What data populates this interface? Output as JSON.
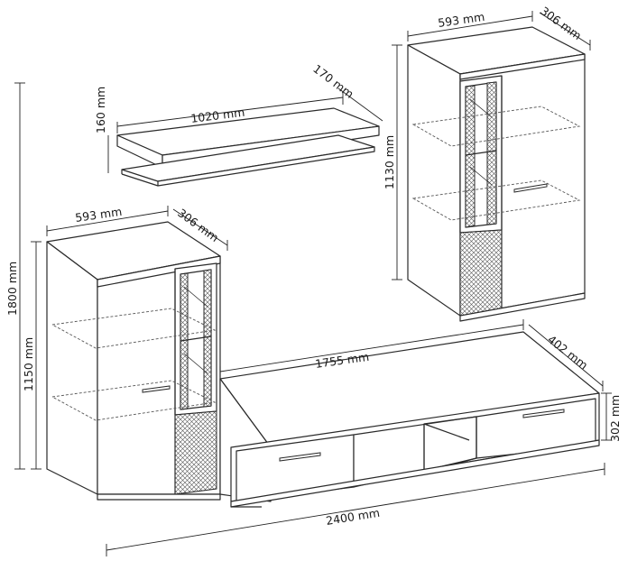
{
  "dimensions": {
    "shelf_width": "1020 mm",
    "shelf_depth": "170 mm",
    "shelf_height": "160 mm",
    "top_cabinet_width": "593 mm",
    "top_cabinet_depth": "306 mm",
    "top_cabinet_height": "1130 mm",
    "left_cabinet_width": "593 mm",
    "left_cabinet_depth": "306 mm",
    "left_cabinet_height": "1150 mm",
    "total_height": "1800 mm",
    "tv_unit_width": "1755 mm",
    "tv_unit_depth": "402 mm",
    "tv_unit_height": "302 mm",
    "total_width": "2400 mm"
  },
  "colors": {
    "line": "#2a2a2a",
    "background": "#ffffff"
  }
}
